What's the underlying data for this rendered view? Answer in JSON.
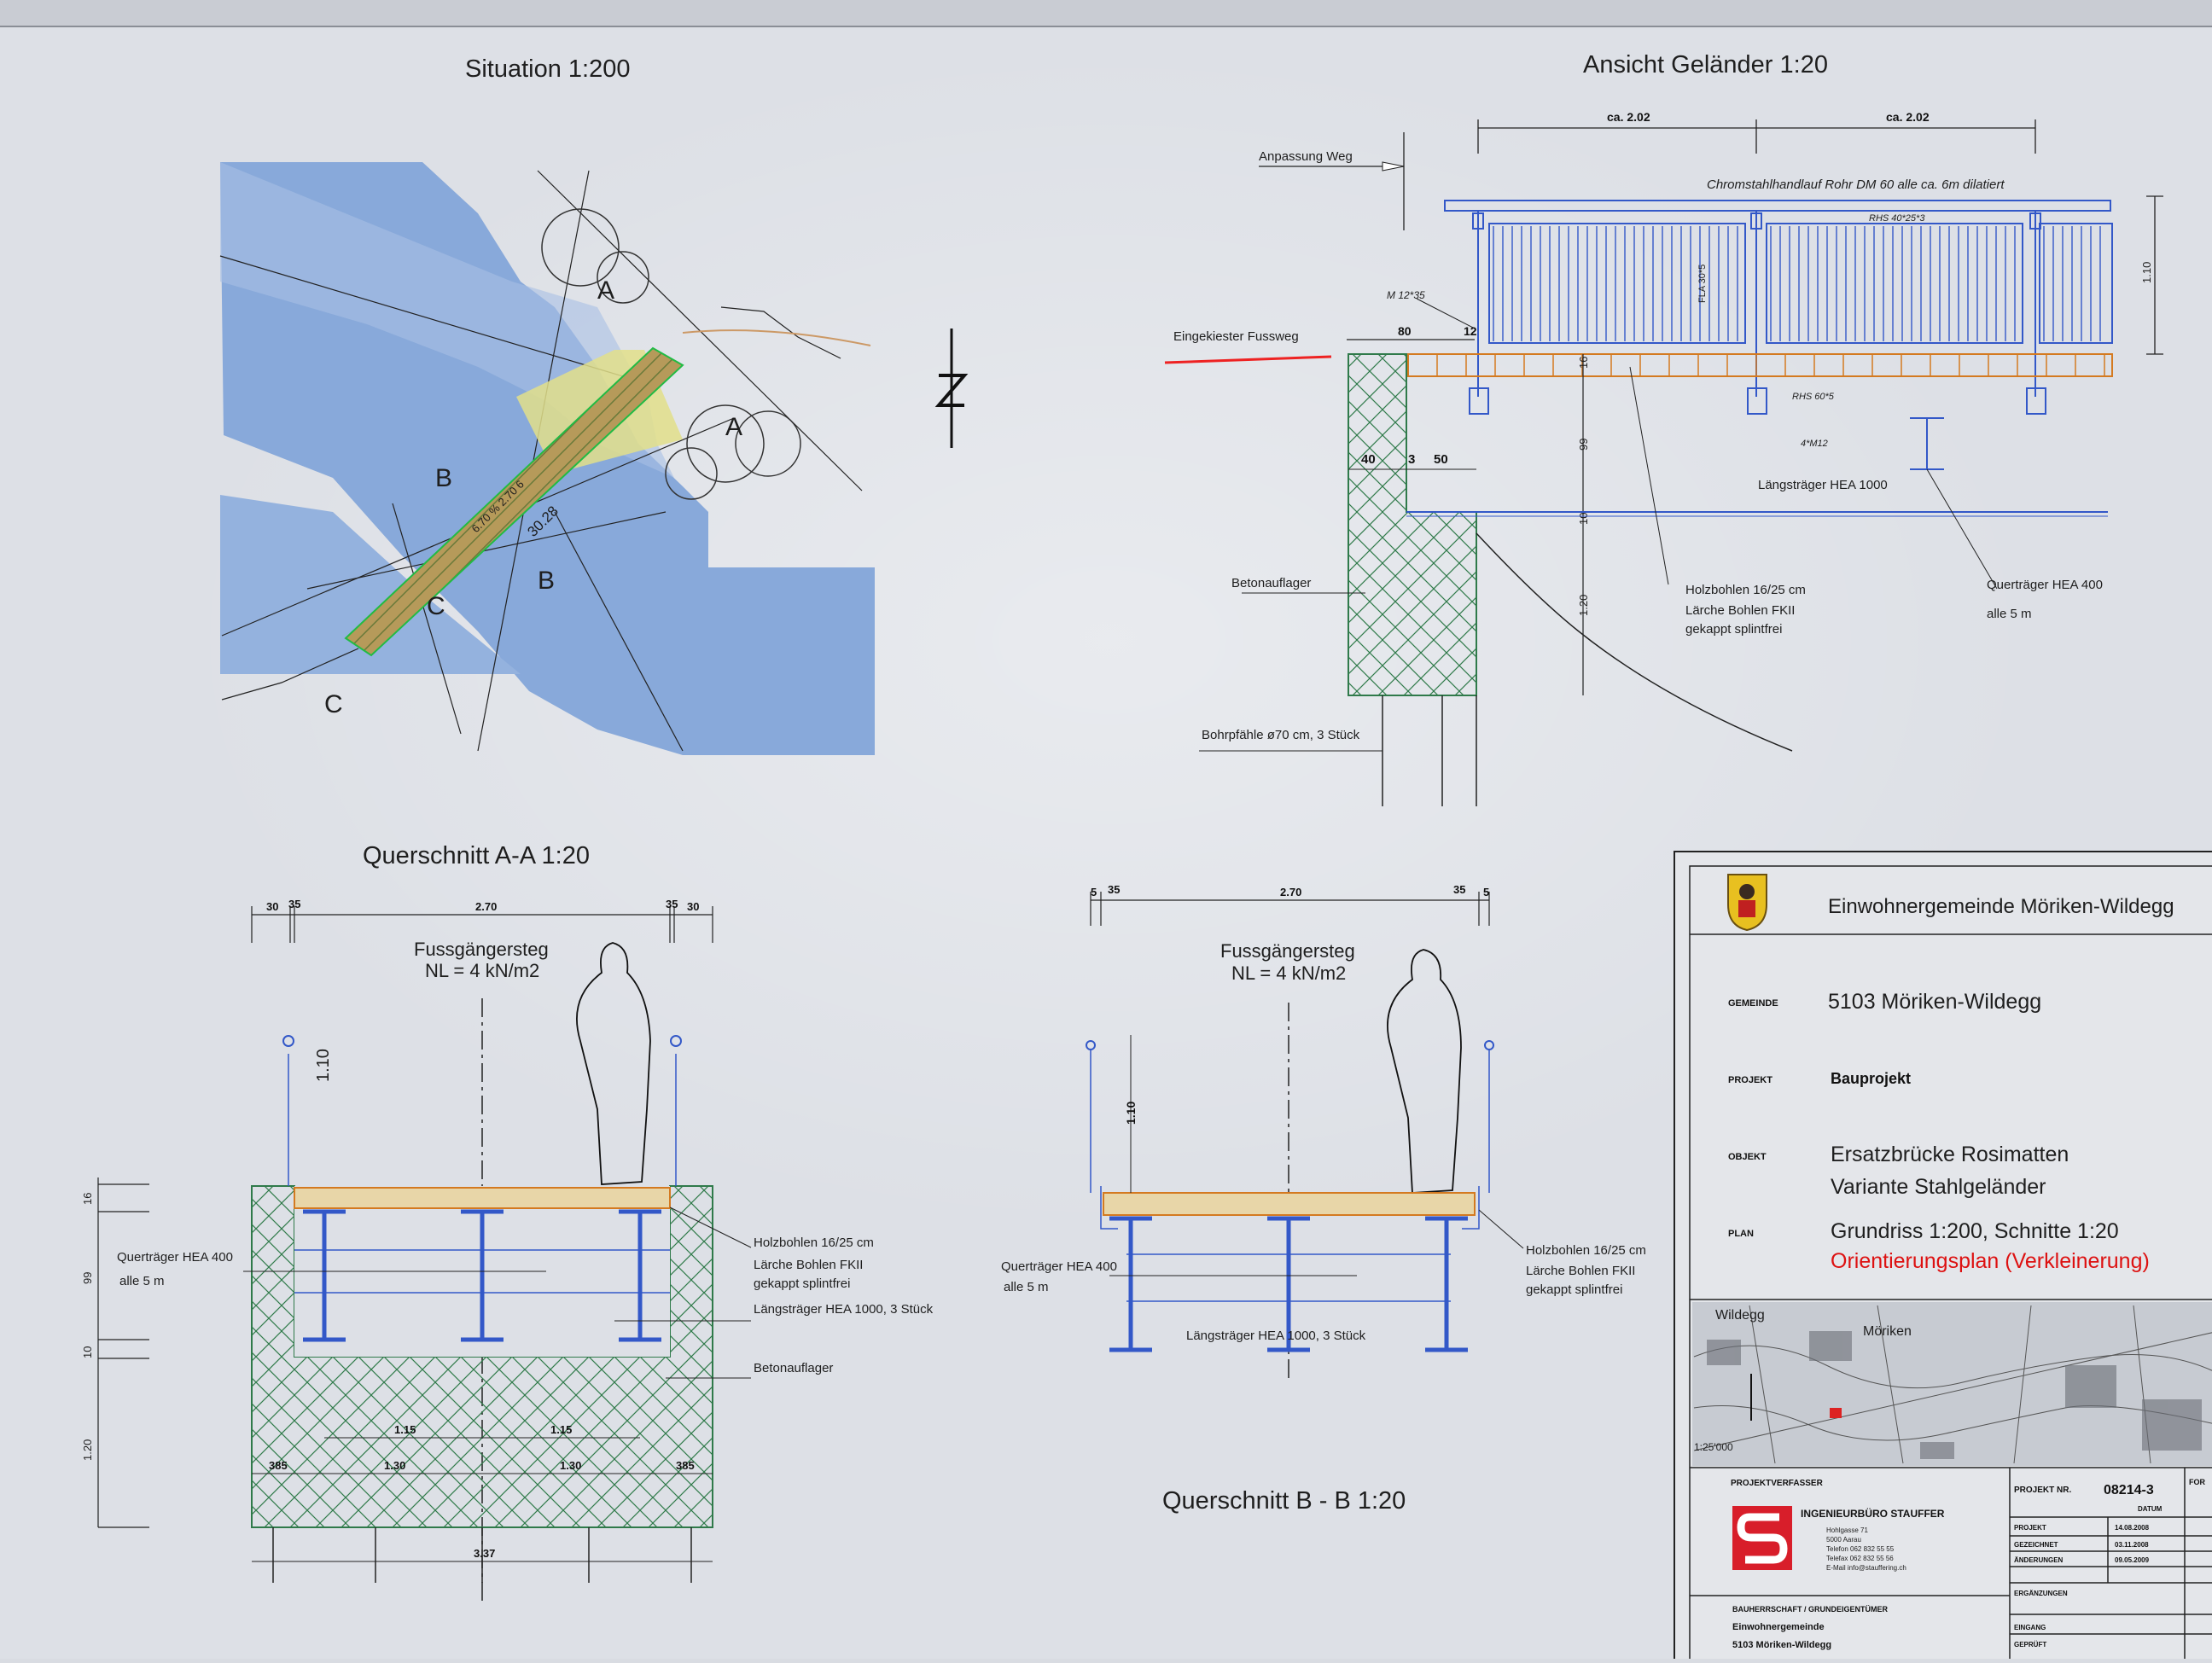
{
  "views": {
    "situation": {
      "title": "Situation 1:200",
      "sections": [
        "A",
        "A",
        "B",
        "B",
        "C",
        "C"
      ],
      "length": "30.28",
      "deck_label": "6.70 % 2.70 6"
    },
    "ansicht": {
      "title": "Ansicht Geländer  1:20",
      "dims": [
        "ca. 2.02",
        "ca. 2.02",
        "80",
        "12",
        "16",
        "99",
        "10",
        "1.20",
        "1.10",
        "40",
        "3",
        "50"
      ],
      "labels": {
        "anpassung": "Anpassung Weg",
        "handlauf": "Chromstahlhandlauf  Rohr DM 60 alle ca. 6m dilatiert",
        "rhs_top": "RHS 40*25*3",
        "m12": "M 12*35",
        "fla": "FLA 30*5",
        "fussweg": "Eingekiester Fussweg",
        "rhs60": "RHS 60*5",
        "m12b": "4*M12",
        "laengs": "Längsträger HEA 1000",
        "beton": "Betonauflager",
        "holz1": "Holzbohlen 16/25 cm",
        "holz2": "Lärche Bohlen FKII",
        "holz3": "gekappt splintfrei",
        "quer1": "Querträger HEA 400",
        "quer2": "alle 5 m",
        "bohr": "Bohrpfähle ø70 cm, 3 Stück"
      }
    },
    "section_aa": {
      "title": "Querschnitt A-A 1:20",
      "dims": [
        "30",
        "35",
        "2.70",
        "35",
        "30",
        "16",
        "99",
        "10",
        "1.20",
        "1.10",
        "1.15",
        "1.15",
        "385",
        "1.30",
        "1.30",
        "385",
        "3.37"
      ],
      "load1": "Fussgängersteg",
      "load2": "NL = 4 kN/m2",
      "labels": {
        "quer1": "Querträger HEA 400",
        "quer2": "alle 5 m",
        "holz1": "Holzbohlen 16/25 cm",
        "holz2": "Lärche Bohlen FKII",
        "holz3": "gekappt splintfrei",
        "laengs": "Längsträger HEA 1000, 3 Stück",
        "beton": "Betonauflager"
      }
    },
    "section_bb": {
      "title": "Querschnitt B - B 1:20",
      "dims": [
        "5",
        "35",
        "2.70",
        "35",
        "5",
        "1.10"
      ],
      "load1": "Fussgängersteg",
      "load2": "NL = 4 kN/m2",
      "labels": {
        "quer1": "Querträger HEA 400",
        "quer2": "alle 5 m",
        "holz1": "Holzbohlen 16/25 cm",
        "holz2": "Lärche Bohlen FKII",
        "holz3": "gekappt splintfrei",
        "laengs": "Längsträger HEA 1000, 3 Stück"
      }
    }
  },
  "title_block": {
    "authority": "Einwohnergemeinde Möriken-Wildegg",
    "rows": [
      {
        "key": "GEMEINDE",
        "value": "5103 Möriken-Wildegg"
      },
      {
        "key": "PROJEKT",
        "value": "Bauprojekt"
      },
      {
        "key": "OBJEKT",
        "value": "Ersatzbrücke Rosimatten",
        "value2": "Variante Stahlgeländer"
      },
      {
        "key": "PLAN",
        "value": "Grundriss 1:200, Schnitte 1:20",
        "value2": "Orientierungsplan (Verkleinerung)"
      }
    ],
    "map_scale": "1:25'000",
    "map_places": [
      "Wildegg",
      "Möriken"
    ],
    "verfasser_label": "PROJEKTVERFASSER",
    "office": "INGENIEURBÜRO  STAUFFER",
    "office_lines": [
      "Hohlgasse 71",
      "5000 Aarau",
      "Telefon  062 832 55 55",
      "Telefax  062 832 55 56",
      "E-Mail  info@stauffering.ch"
    ],
    "project_nr_label": "PROJEKT NR.",
    "project_nr": "08214-3",
    "date_header": "DATUM",
    "date_rows": [
      {
        "label": "PROJEKT",
        "date": "14.08.2008"
      },
      {
        "label": "GEZEICHNET",
        "date": "03.11.2008"
      },
      {
        "label": "ÄNDERUNGEN",
        "date": "09.05.2009"
      }
    ],
    "ergaenzungen": "ERGÄNZUNGEN",
    "bauherr_label": "BAUHERRSCHAFT / GRUNDEIGENTÜMER",
    "bauherr_lines": [
      "Einwohnergemeinde",
      "5103 Möriken-Wildegg"
    ],
    "eingang": "EINGANG",
    "geprueft": "GEPRÜFT",
    "format_label": "FOR"
  }
}
